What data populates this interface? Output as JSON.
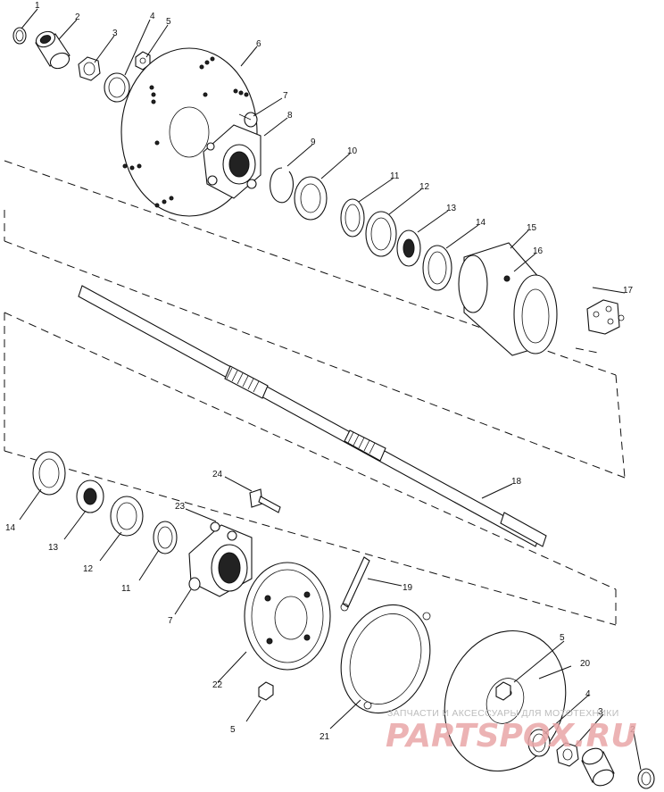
{
  "diagram": {
    "callouts": [
      "1",
      "2",
      "3",
      "4",
      "5",
      "6",
      "7",
      "8",
      "9",
      "10",
      "11",
      "12",
      "13",
      "14",
      "15",
      "16",
      "17",
      "18",
      "19",
      "20",
      "21",
      "22",
      "23",
      "24",
      "14",
      "13",
      "12",
      "11",
      "7",
      "5",
      "5",
      "4",
      "3",
      "2"
    ],
    "watermark_text": "ЗАПЧАСТИ И АКСЕССУАРЫ ДЛЯ МОТОТЕХНИКИ",
    "watermark_logo": "PARTSPOX.RU"
  }
}
